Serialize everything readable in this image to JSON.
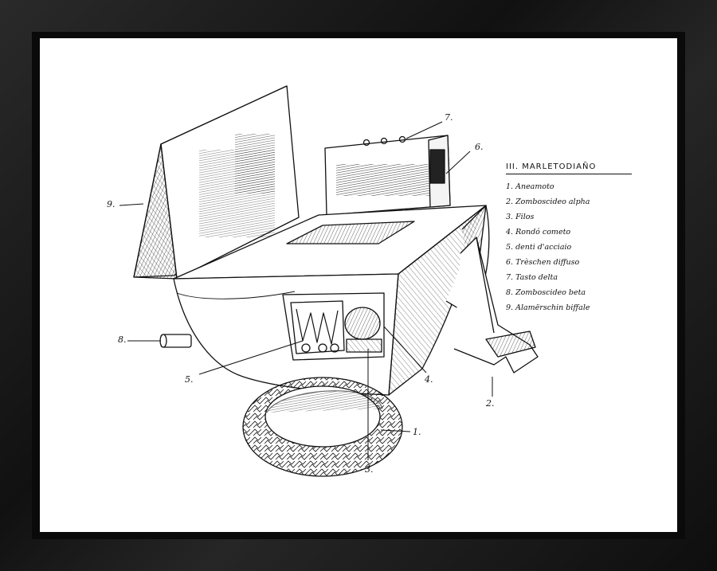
{
  "legend": {
    "title": "III. MARLETODIAÑO",
    "items": [
      "1. Aneamoto",
      "2. Zomboscideo alpha",
      "3. Filos",
      "4. Rondó cometo",
      "5. denti d'acciaio",
      "6. Trèschen diffuso",
      "7. Tasto delta",
      "8. Zomboscideo beta",
      "9. Alamërschin biffale"
    ]
  },
  "callouts": {
    "c1": "1.",
    "c2": "2.",
    "c3": "3.",
    "c4": "4.",
    "c5": "5.",
    "c6": "6.",
    "c7": "7.",
    "c8": "8.",
    "c9": "9."
  },
  "colors": {
    "ink": "#111111",
    "paper": "#ffffff",
    "frame": "#1c1c1c"
  }
}
